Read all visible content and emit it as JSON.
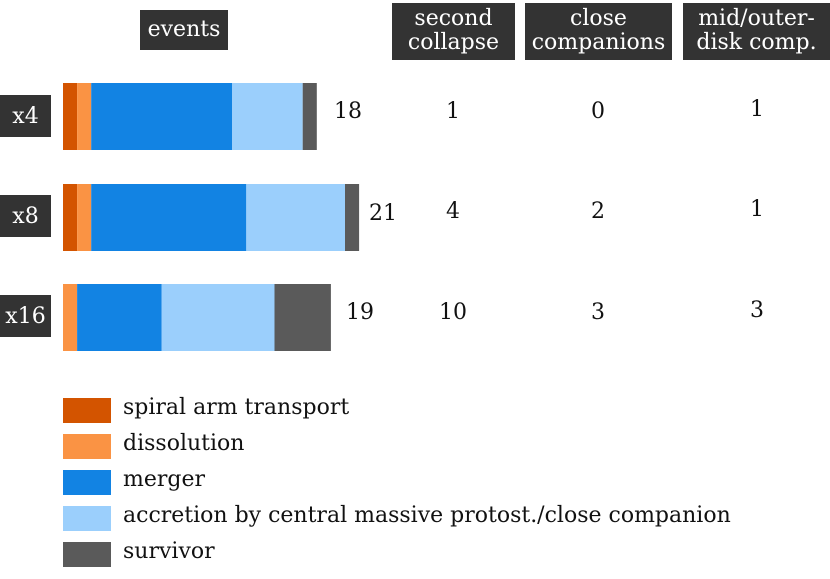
{
  "headers": {
    "events": "events",
    "second_collapse": [
      "second",
      "collapse"
    ],
    "close_companions": [
      "close",
      "companions"
    ],
    "mid_outer": [
      "mid/outer-",
      "disk comp."
    ]
  },
  "colors": {
    "spiral": "#d35400",
    "dissolution": "#fa9344",
    "merger": "#1283e3",
    "accretion": "#9bcffc",
    "survivor": "#5a5a5a"
  },
  "chart_data": {
    "type": "bar",
    "orientation": "horizontal",
    "stacked": true,
    "categories": [
      "x4",
      "x8",
      "x16"
    ],
    "series": [
      {
        "name": "spiral arm transport",
        "values": [
          1,
          1,
          0
        ]
      },
      {
        "name": "dissolution",
        "values": [
          1,
          1,
          1
        ]
      },
      {
        "name": "merger",
        "values": [
          10,
          11,
          6
        ]
      },
      {
        "name": "accretion by central massive protost./close companion",
        "values": [
          5,
          7,
          8
        ]
      },
      {
        "name": "survivor",
        "values": [
          1,
          1,
          4
        ]
      }
    ],
    "totals": [
      "18",
      "21",
      "19"
    ],
    "columns": {
      "second_collapse": [
        "1",
        "4",
        "10"
      ],
      "close_companions": [
        "0",
        "2",
        "3"
      ],
      "mid_outer_disk_comp": [
        "1",
        "1",
        "3"
      ]
    },
    "legend_placement": "bottom-left"
  }
}
